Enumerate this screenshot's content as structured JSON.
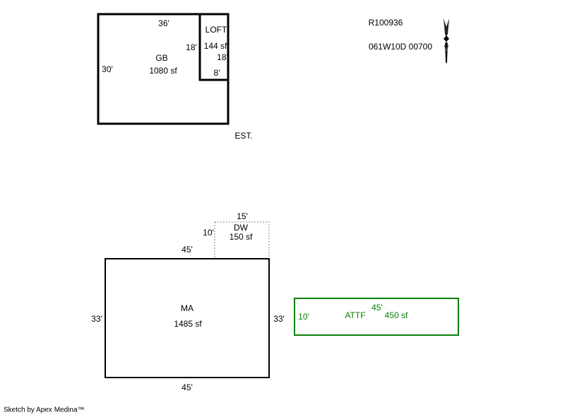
{
  "colors": {
    "line": "#000000",
    "dashed": "#888888",
    "attf": "#0a800a"
  },
  "header": {
    "parcel_id": "R100936",
    "map_number": "061W10D 00700"
  },
  "north_arrow_icon": "north-arrow-icon",
  "gb_sketch": {
    "gb": {
      "label": "GB",
      "area": "1080 sf",
      "top": "36'",
      "left": "30'"
    },
    "loft": {
      "label": "LOFT",
      "area": "144 sf",
      "left": "18'",
      "right": "18'",
      "bottom": "8'"
    },
    "note": "EST."
  },
  "main_sketch": {
    "ma": {
      "label": "MA",
      "area": "1485 sf",
      "top": "45'",
      "bottom": "45'",
      "left": "33'",
      "right": "33'"
    },
    "dw": {
      "label": "DW",
      "area": "150 sf",
      "top": "15'",
      "left": "10'"
    },
    "attf": {
      "label": "ATTF",
      "area": "450 sf",
      "top": "45'",
      "left": "10'"
    }
  },
  "footer": {
    "credit": "Sketch by Apex Medina™"
  }
}
